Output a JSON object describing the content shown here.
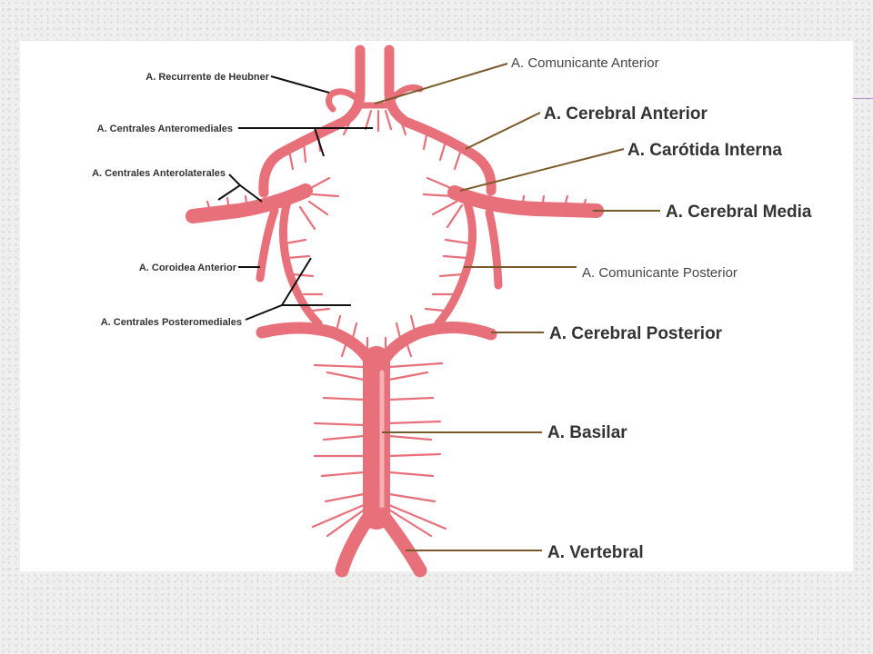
{
  "labels": {
    "recurrente_heubner": "A. Recurrente de Heubner",
    "centrales_anteromediales": "A. Centrales Anteromediales",
    "centrales_anterolaterales": "A. Centrales Anterolaterales",
    "coroidea_anterior": "A. Coroidea Anterior",
    "centrales_posteromediales": "A. Centrales Posteromediales",
    "comunicante_anterior": "A. Comunicante Anterior",
    "cerebral_anterior": "A. Cerebral Anterior",
    "carotida_interna": "A. Carótida Interna",
    "cerebral_media": "A. Cerebral Media",
    "comunicante_posterior": "A. Comunicante Posterior",
    "cerebral_posterior": "A. Cerebral Posterior",
    "basilar": "A. Basilar",
    "vertebral": "A. Vertebral"
  },
  "colors": {
    "artery": "#e8707a",
    "artery_highlight": "#f6b1b6",
    "leader_left": "#111111",
    "leader_right": "#7a5a2a",
    "panel": "#ffffff",
    "accent_line": "#b58fd0"
  }
}
